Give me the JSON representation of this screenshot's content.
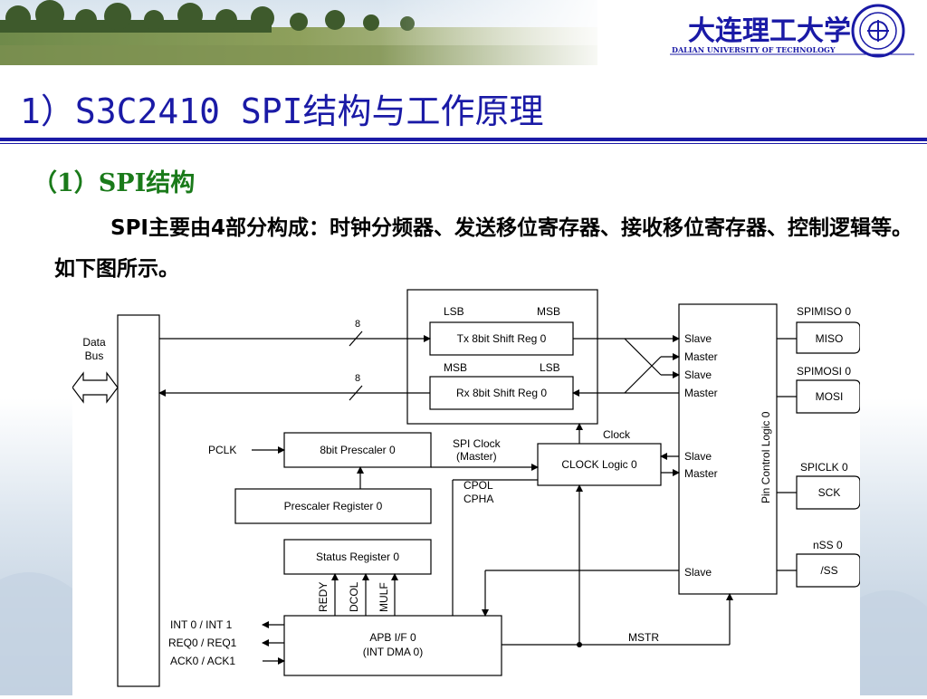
{
  "header": {
    "university_cn": "大连理工大学",
    "university_en": "DALIAN UNIVERSITY OF TECHNOLOGY"
  },
  "slide": {
    "title": "1）S3C2410 SPI结构与工作原理",
    "section_heading": "（1）SPI结构",
    "body": "SPI主要由4部分构成：时钟分频器、发送移位寄存器、接收移位寄存器、控制逻辑等。如下图所示。"
  },
  "diagram": {
    "data_bus": "Data Bus",
    "bus_width_tx": "8",
    "bus_width_rx": "8",
    "lsb_top": "LSB",
    "msb_top": "MSB",
    "tx_reg": "Tx 8bit Shift Reg 0",
    "msb_mid": "MSB",
    "lsb_mid": "LSB",
    "rx_reg": "Rx 8bit Shift Reg 0",
    "pin_slave_1": "Slave",
    "pin_master_1": "Master",
    "pin_slave_2": "Slave",
    "pin_master_2": "Master",
    "pin_slave_3": "Slave",
    "pin_master_3": "Master",
    "pin_slave_4": "Slave",
    "pin_control_logic": "Pin Control Logic 0",
    "spimiso_label": "SPIMISO 0",
    "miso": "MISO",
    "spimosi_label": "SPIMOSI 0",
    "mosi": "MOSI",
    "spiclk_label": "SPICLK 0",
    "sck": "SCK",
    "nss_label": "nSS 0",
    "ss": "/SS",
    "pclk": "PCLK",
    "prescaler": "8bit Prescaler 0",
    "spi_clock": "SPI Clock",
    "master_paren": "(Master)",
    "clock_label": "Clock",
    "clock_logic": "CLOCK Logic 0",
    "prescaler_register": "Prescaler Register  0",
    "cpol": "CPOL",
    "cpha": "CPHA",
    "status_register": "Status Register 0",
    "redy": "REDY",
    "dcol": "DCOL",
    "mulf": "MULF",
    "int": "INT 0 / INT 1",
    "req": "REQ0 / REQ1",
    "ack": "ACK0 / ACK1",
    "apb_line1": "APB I/F 0",
    "apb_line2": "(INT DMA 0)",
    "mstr": "MSTR"
  },
  "colors": {
    "title": "#1a1aa6",
    "heading": "#1a7a1a",
    "logo": "#1a1aa6"
  }
}
